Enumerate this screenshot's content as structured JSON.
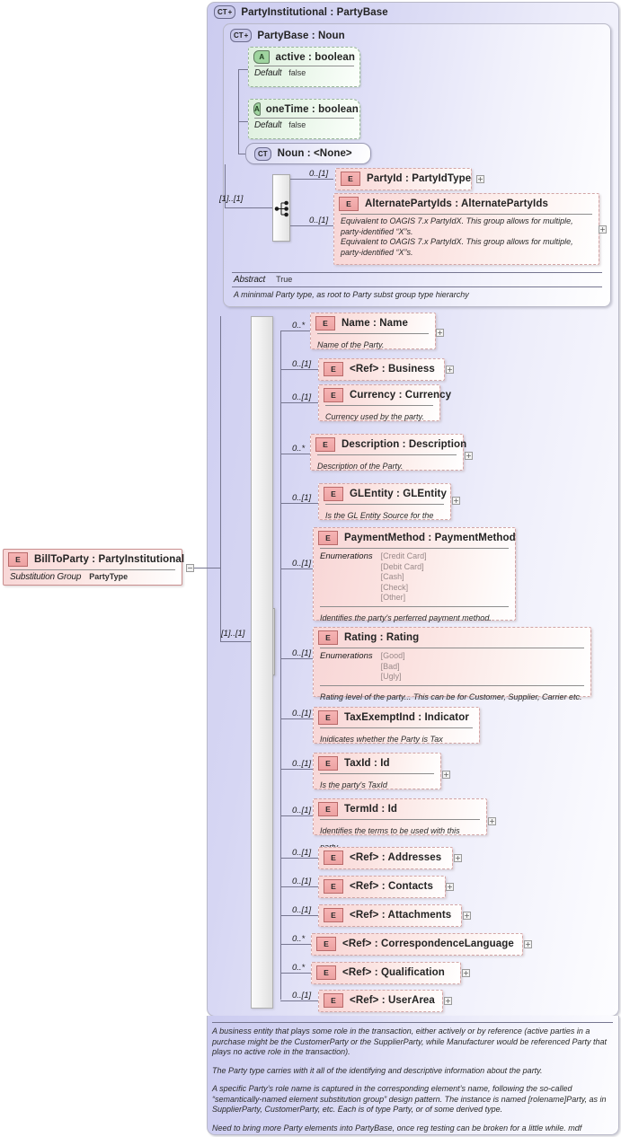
{
  "diagram": {
    "kind": "xsd-schema-documentation",
    "root_type": {
      "icon": "CT",
      "expand": "+",
      "label": "PartyInstitutional : PartyBase"
    },
    "base_type": {
      "icon": "CT",
      "expand": "+",
      "label": "PartyBase : Noun"
    },
    "colors": {
      "complex_type_bg": "#d4d4f2",
      "attribute_bg": "#e3f2e3",
      "element_bg": "#f9dcda",
      "connector": "#767690"
    }
  },
  "left_element": {
    "icon": "E",
    "title": "BillToParty : PartyInstitutional",
    "footer_label": "Substitution Group",
    "footer_value": "PartyType",
    "collapse_toggle": "−"
  },
  "attributes": [
    {
      "icon": "A",
      "title": "active    : boolean",
      "default_label": "Default",
      "default_value": "false"
    },
    {
      "icon": "A",
      "title": "oneTime : boolean",
      "default_label": "Default",
      "default_value": "false"
    }
  ],
  "noun_ref": {
    "icon": "CT",
    "title": "Noun      : <None>"
  },
  "base_sequence": {
    "cardinality": "[1]..[1]",
    "items": [
      {
        "cardinality": "0..[1]",
        "icon": "E",
        "title": "PartyId    : PartyIdType",
        "expand": "+",
        "desc": []
      },
      {
        "cardinality": "0..[1]",
        "icon": "E",
        "title": "AlternatePartyIds : AlternatePartyIds",
        "expand": "+",
        "desc": [
          "Equivalent to OAGIS 7.x PartyIdX. This group allows for multiple, party-identified “X”s.",
          "Equivalent to OAGIS 7.x PartyIdX. This group allows for multiple, party-identified “X”s."
        ]
      }
    ]
  },
  "base_footer": {
    "abstract_label": "Abstract",
    "abstract_value": "True",
    "doc": "A mininmal Party type, as root to Party subst group type hierarchy"
  },
  "main_sequence": {
    "cardinality": "[1]..[1]",
    "items": [
      {
        "cardinality": "0..*",
        "icon": "E",
        "title": "Name      : Name",
        "expand": "+",
        "desc": "Name of the Party."
      },
      {
        "cardinality": "0..[1]",
        "icon": "E",
        "title": "<Ref>      : Business",
        "expand": "+",
        "desc": ""
      },
      {
        "cardinality": "0..[1]",
        "icon": "E",
        "title": "Currency : Currency",
        "expand": "",
        "desc": "Currency used by the party."
      },
      {
        "cardinality": "0..*",
        "icon": "E",
        "title": "Description : Description",
        "expand": "+",
        "desc": "Description of the Party."
      },
      {
        "cardinality": "0..[1]",
        "icon": "E",
        "title": "GLEntity : GLEntity",
        "expand": "+",
        "desc": "Is the GL Entity Source for the party."
      },
      {
        "cardinality": "0..[1]",
        "icon": "E",
        "title": "PaymentMethod : PaymentMethod",
        "expand": "",
        "desc": "Identifies the party's perferred payment method.",
        "enum_label": "Enumerations",
        "enums": [
          "[Credit Card]",
          "[Debit Card]",
          "[Cash]",
          "[Check]",
          "[Other]"
        ]
      },
      {
        "cardinality": "0..[1]",
        "icon": "E",
        "title": "Rating     : Rating",
        "expand": "",
        "desc": "Rating level of the party... This can be for Customer, Supplier, Carrier etc.",
        "enum_label": "Enumerations",
        "enums": [
          "[Good]",
          "[Bad]",
          "[Ugly]"
        ]
      },
      {
        "cardinality": "0..[1]",
        "icon": "E",
        "title": "TaxExemptInd : Indicator",
        "expand": "",
        "desc": "Inidicates whether the Party is Tax exempt."
      },
      {
        "cardinality": "0..[1]",
        "icon": "E",
        "title": "TaxId       : Id",
        "expand": "+",
        "desc": "Is the party's TaxId"
      },
      {
        "cardinality": "0..[1]",
        "icon": "E",
        "title": "TermId    : Id",
        "expand": "+",
        "desc": "Identifies the terms to be used with this party."
      },
      {
        "cardinality": "0..[1]",
        "icon": "E",
        "title": "<Ref>     : Addresses",
        "expand": "+",
        "desc": ""
      },
      {
        "cardinality": "0..[1]",
        "icon": "E",
        "title": "<Ref>     : Contacts",
        "expand": "+",
        "desc": ""
      },
      {
        "cardinality": "0..[1]",
        "icon": "E",
        "title": "<Ref>     : Attachments",
        "expand": "+",
        "desc": ""
      },
      {
        "cardinality": "0..*",
        "icon": "E",
        "title": "<Ref>     : CorrespondenceLanguage",
        "expand": "+",
        "desc": ""
      },
      {
        "cardinality": "0..*",
        "icon": "E",
        "title": "<Ref>     : Qualification",
        "expand": "+",
        "desc": ""
      },
      {
        "cardinality": "0..[1]",
        "icon": "E",
        "title": "<Ref>     : UserArea",
        "expand": "+",
        "desc": ""
      }
    ]
  },
  "bottom_documentation": [
    "A business entity that plays some role in the transaction, either actively or  by reference (active parties  in a purchase might be the CustomerParty or the SupplierParty, while Manufacturer would be referenced Party that plays no active role in the transaction).",
    "The Party type carries with it all of the identifying and descriptive information about the party.",
    "A specific Party’s role name is captured in the corresponding element’s name, following the so-called “semantically-named element substitution group” design pattern. The instance is named [rolename]Party, as in SupplierParty, CustomerParty, etc. Each is of type Party, or of some derived type.",
    "Need to bring more Party elements into PartyBase, once reg testing can be broken for a little while. mdf"
  ]
}
